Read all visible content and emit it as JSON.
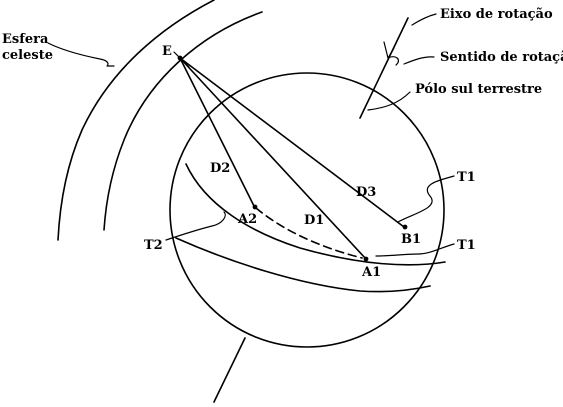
{
  "labels": {
    "esfera_line1": "Esfera",
    "esfera_line2": "celeste",
    "eixo": "Eixo de rotação",
    "sentido": "Sentido de rotação",
    "polo": "Pólo sul terrestre",
    "E": "E",
    "D2": "D2",
    "D1": "D1",
    "D3": "D3",
    "A2": "A2",
    "A1": "A1",
    "B1": "B1",
    "T1_upper": "T1",
    "T1_lower": "T1",
    "T2": "T2"
  },
  "colors": {
    "ink": "#000000",
    "background": "#ffffff"
  }
}
